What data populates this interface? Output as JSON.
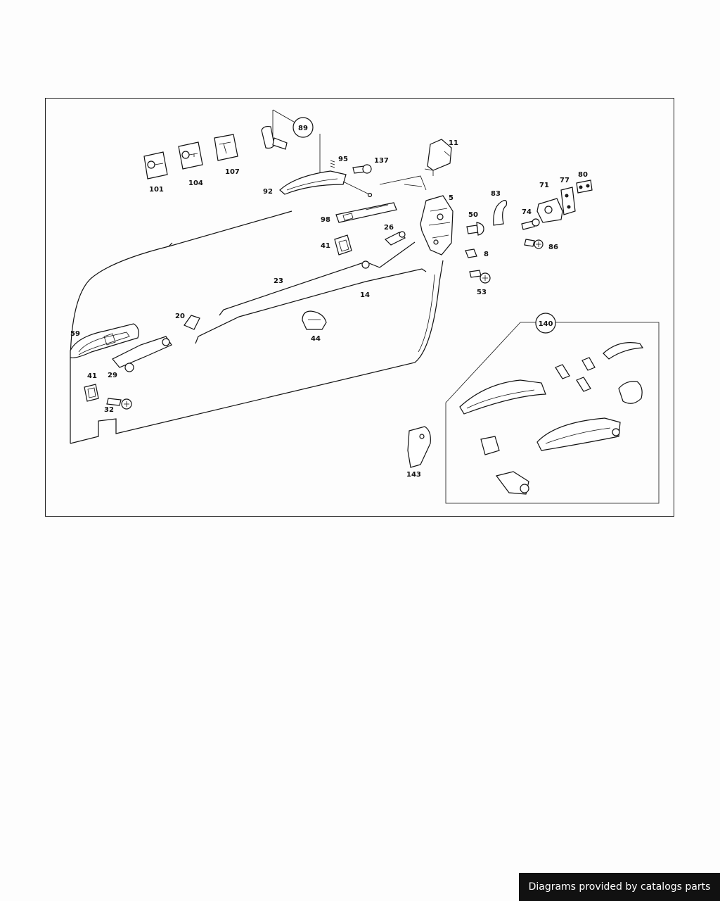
{
  "diagram": {
    "callouts": [
      "89",
      "140"
    ],
    "labels": {
      "p101": "101",
      "p104": "104",
      "p107": "107",
      "p92": "92",
      "p95": "95",
      "p137": "137",
      "p11": "11",
      "p5": "5",
      "p83": "83",
      "p71": "71",
      "p77": "77",
      "p80": "80",
      "p50": "50",
      "p74": "74",
      "p86": "86",
      "p98": "98",
      "p26": "26",
      "p41a": "41",
      "p8": "8",
      "p53": "53",
      "p23": "23",
      "p14": "14",
      "p20": "20",
      "p44": "44",
      "p59": "59",
      "p29": "29",
      "p41b": "41",
      "p32": "32",
      "p143": "143"
    }
  },
  "footer": {
    "text": "Diagrams provided by catalogs parts"
  }
}
